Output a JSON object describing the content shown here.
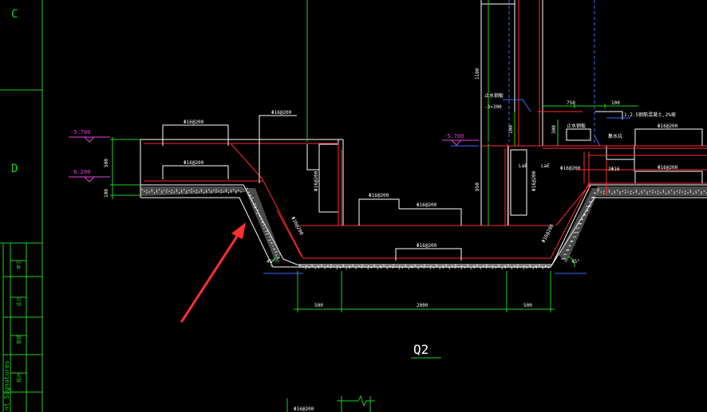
{
  "drawing": {
    "title": "Q2",
    "grid_labels": [
      "C",
      "D"
    ],
    "elevations": [
      "-5.700",
      "-6.200",
      "-5.700"
    ],
    "rebar_labels": {
      "top_left_upper": "Φ16@200",
      "top_left_lower": "Φ16@200",
      "wall_left_vertical": "Φ16@200",
      "wall_left_top": "Φ16@200",
      "slope_left": "Φ16@200",
      "slope_right": "Φ16@200",
      "pit_mid_upper": "Φ16@200",
      "pit_mid_top": "Φ16@200",
      "pit_bottom": "Φ16@200",
      "wall_right": "Φ16@200",
      "right_top": "Φ16@200",
      "right_mid": "Φ16@200",
      "right_small": "Φ16@200",
      "right_bar": "3Φ16",
      "bottom_partial": "Φ16@200"
    },
    "dims": {
      "left_500": "500",
      "left_100": "100",
      "base_left": "500",
      "base_mid": "2000",
      "base_right": "500",
      "vert_1100": "1100",
      "vert_950": "950",
      "top_750": "750",
      "top_100": "100",
      "small_100": "100",
      "small_300": "300"
    },
    "anchor_labels": [
      "LaE",
      "LaE"
    ],
    "angles": [
      "45°",
      "45°"
    ],
    "notes": {
      "upper_left_a": "止水钢板",
      "upper_left_b": "-3×300",
      "right_a": "止水钢板",
      "right_b": "1.2.5钢筋混凝土,2%坡",
      "right_c": "集水坑"
    },
    "title_block": {
      "rows": [
        "甲方",
        "设计",
        "审核",
        "校对"
      ],
      "footer": "nt Signatures"
    }
  }
}
